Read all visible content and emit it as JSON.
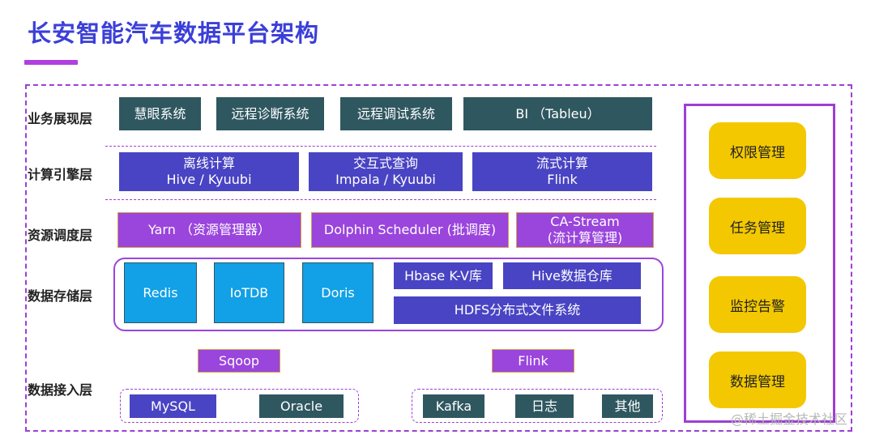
{
  "title": "长安智能汽车数据平台架构",
  "layers": {
    "business": "业务展现层",
    "compute": "计算引擎层",
    "resource": "资源调度层",
    "storage": "数据存储层",
    "ingest": "数据接入层"
  },
  "business": [
    "慧眼系统",
    "远程诊断系统",
    "远程调试系统",
    "BI （Tableu）"
  ],
  "compute": [
    {
      "line1": "离线计算",
      "line2": "Hive / Kyuubi"
    },
    {
      "line1": "交互式查询",
      "line2": "Impala / Kyuubi"
    },
    {
      "line1": "流式计算",
      "line2": "Flink"
    }
  ],
  "resource": [
    {
      "line1": "Yarn （资源管理器）",
      "line2": ""
    },
    {
      "line1": "Dolphin Scheduler (批调度)",
      "line2": ""
    },
    {
      "line1": "CA-Stream",
      "line2": "(流计算管理)"
    }
  ],
  "storage": {
    "redis": "Redis",
    "iotdb": "IoTDB",
    "doris": "Doris",
    "hbase": "Hbase K-V库",
    "hive": "Hive数据仓库",
    "hdfs": "HDFS分布式文件系统"
  },
  "ingest": {
    "sqoop": "Sqoop",
    "flink": "Flink",
    "mysql": "MySQL",
    "oracle": "Oracle",
    "kafka": "Kafka",
    "log": "日志",
    "other": "其他"
  },
  "management": [
    "权限管理",
    "任务管理",
    "监控告警",
    "数据管理"
  ],
  "watermark": "@稀土掘金技术社区",
  "colors": {
    "title": "#3b3fd8",
    "teal": "#2f5760",
    "blue": "#4944c3",
    "purple": "#9a45dc",
    "cyan": "#12a0e6",
    "yellow": "#f3c800",
    "frame": "#9d3fd4"
  }
}
